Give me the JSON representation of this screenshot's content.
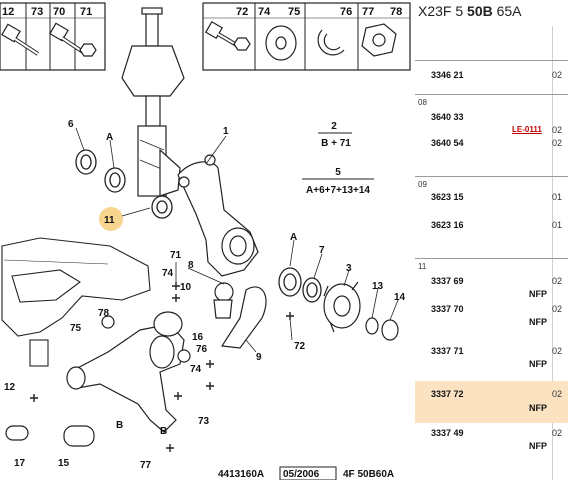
{
  "header": {
    "code_prefix": "X23F 5 ",
    "code_bold": "50B",
    "code_suffix": " 65A"
  },
  "diagram": {
    "top_left_labels": [
      "12",
      "73",
      "70",
      "71"
    ],
    "top_right_labels": [
      "72",
      "74",
      "75",
      "76",
      "77",
      "78"
    ],
    "callouts": [
      {
        "id": "c1",
        "text": "1"
      },
      {
        "id": "c6",
        "text": "6"
      },
      {
        "id": "cA1",
        "text": "A"
      },
      {
        "id": "c11",
        "text": "11"
      },
      {
        "id": "cA2",
        "text": "A"
      },
      {
        "id": "c7",
        "text": "7"
      },
      {
        "id": "c3",
        "text": "3"
      },
      {
        "id": "c13",
        "text": "13"
      },
      {
        "id": "c14",
        "text": "14"
      },
      {
        "id": "c71",
        "text": "71"
      },
      {
        "id": "c74a",
        "text": "74"
      },
      {
        "id": "c8",
        "text": "8"
      },
      {
        "id": "c10",
        "text": "10"
      },
      {
        "id": "c78",
        "text": "78"
      },
      {
        "id": "c75",
        "text": "75"
      },
      {
        "id": "c16",
        "text": "16"
      },
      {
        "id": "c76",
        "text": "76"
      },
      {
        "id": "c9",
        "text": "9"
      },
      {
        "id": "c72",
        "text": "72"
      },
      {
        "id": "c12",
        "text": "12"
      },
      {
        "id": "c74b",
        "text": "74"
      },
      {
        "id": "c73",
        "text": "73"
      },
      {
        "id": "cB1",
        "text": "B"
      },
      {
        "id": "cB2",
        "text": "B"
      },
      {
        "id": "c17",
        "text": "17"
      },
      {
        "id": "c15",
        "text": "15"
      },
      {
        "id": "c77",
        "text": "77"
      }
    ],
    "fraction1": {
      "top": "2",
      "bottom": "B + 71"
    },
    "fraction2": {
      "top": "5",
      "bottom": "A+6+7+13+14"
    },
    "footer": {
      "ref": "4413160A",
      "date": "05/2006",
      "code": "4F 50B60A"
    }
  },
  "parts": {
    "groups": [
      {
        "num": "",
        "rows": [
          {
            "pn": "3346 21",
            "qty": "02",
            "nfp": "",
            "ref": ""
          }
        ]
      },
      {
        "num": "08",
        "rows": [
          {
            "pn": "3640 33",
            "qty": "02",
            "nfp": "",
            "ref": "LE-0111"
          },
          {
            "pn": "3640 54",
            "qty": "02",
            "nfp": "",
            "ref": ""
          }
        ]
      },
      {
        "num": "09",
        "rows": [
          {
            "pn": "3623 15",
            "qty": "01",
            "nfp": "",
            "ref": ""
          },
          {
            "pn": "3623 16",
            "qty": "01",
            "nfp": "",
            "ref": ""
          }
        ]
      },
      {
        "num": "11",
        "rows": [
          {
            "pn": "3337 69",
            "qty": "02",
            "nfp": "NFP",
            "ref": ""
          },
          {
            "pn": "3337 70",
            "qty": "02",
            "nfp": "NFP",
            "ref": ""
          },
          {
            "pn": "3337 71",
            "qty": "02",
            "nfp": "NFP",
            "ref": ""
          },
          {
            "pn": "3337 72",
            "qty": "02",
            "nfp": "NFP",
            "ref": "",
            "highlight": true
          },
          {
            "pn": "3337 49",
            "qty": "02",
            "nfp": "NFP",
            "ref": ""
          }
        ]
      }
    ]
  },
  "colors": {
    "highlight": "#fbe3c2",
    "callout_11": "#f7d58f",
    "ref_link": "#c00000"
  }
}
